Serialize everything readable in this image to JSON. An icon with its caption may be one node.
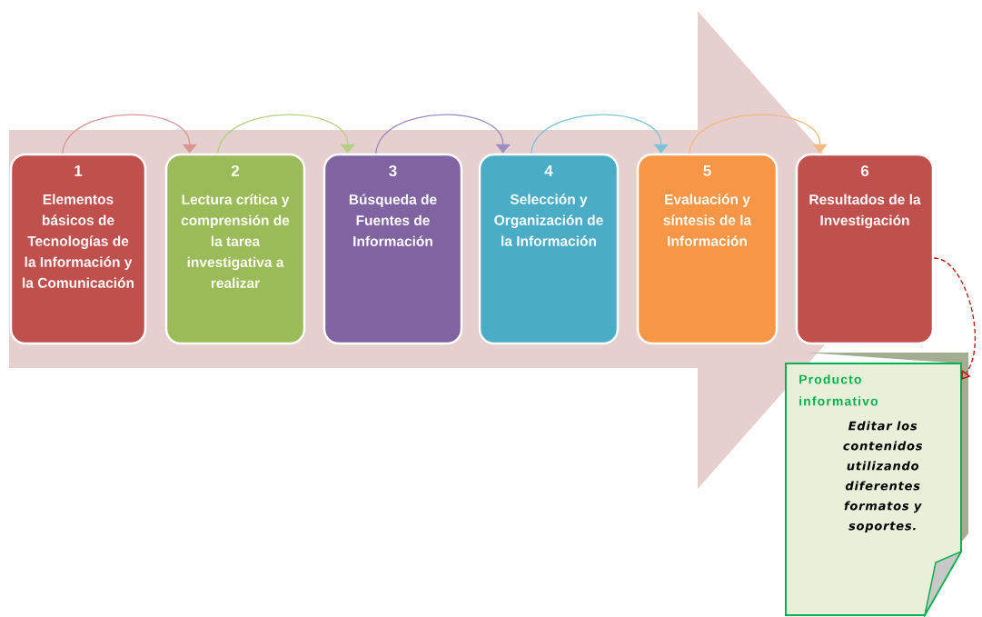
{
  "diagram": {
    "nodes": [
      {
        "text": [
          "1",
          "Elementos básicos de Tecnologías de la Información y la Comunicación"
        ]
      },
      {
        "text": [
          "2",
          "Lectura crítica y comprensión de la tarea investigativa a realizar"
        ]
      },
      {
        "text": [
          "3",
          "Búsqueda de Fuentes de Información"
        ]
      },
      {
        "text": [
          "4",
          "Selección y Organización de la Información"
        ]
      },
      {
        "text": [
          "5",
          "Evaluación y síntesis de la Información"
        ]
      },
      {
        "text": [
          "6",
          "Resultados de la Investigación"
        ]
      },
      {
        "text": [
          "Producto informativo",
          "Editar los contenidos utilizando diferentes formatos y soportes."
        ]
      }
    ],
    "edges": [
      {
        "from": 0,
        "to": 1,
        "arrow": "to",
        "color": "#d99694"
      },
      {
        "from": 1,
        "to": 2,
        "arrow": "to",
        "color": "#b5cf84"
      },
      {
        "from": 2,
        "to": 3,
        "arrow": "to",
        "color": "#9d8cc0"
      },
      {
        "from": 3,
        "to": 4,
        "arrow": "to",
        "color": "#7cc3d8"
      },
      {
        "from": 4,
        "to": 5,
        "arrow": "to",
        "color": "#f5b882"
      },
      {
        "from": 5,
        "to": 6,
        "arrow": "to",
        "style": "dashed",
        "color": "#c00000"
      },
      {
        "from": 0,
        "to": 5,
        "arrow": "to",
        "color": "#e6cfcf"
      }
    ]
  }
}
